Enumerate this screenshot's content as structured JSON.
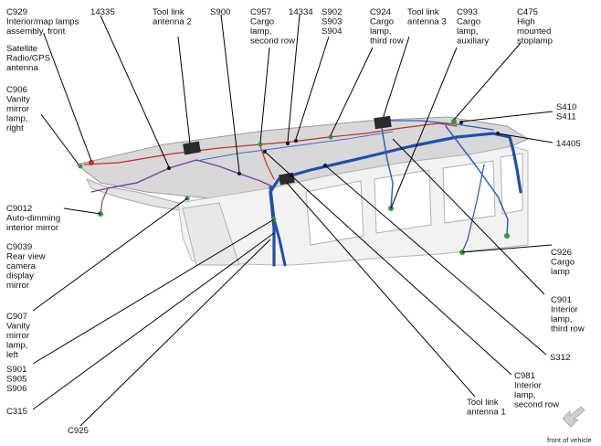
{
  "labels": {
    "c929": [
      "C929",
      "Interior/map lamps",
      "assembly, front"
    ],
    "n14335": [
      "14335"
    ],
    "tool_link_2": [
      "Tool link",
      "antenna 2"
    ],
    "s900": [
      "S900"
    ],
    "c957": [
      "C957",
      "Cargo",
      "lamp,",
      "second row"
    ],
    "n14334": [
      "14334"
    ],
    "s902": [
      "S902",
      "S903",
      "S904"
    ],
    "c924": [
      "C924",
      "Cargo",
      "lamp,",
      "third row"
    ],
    "tool_link_3": [
      "Tool link",
      "antenna 3"
    ],
    "c993": [
      "C993",
      "Cargo",
      "lamp,",
      "auxiliary"
    ],
    "c475": [
      "C475",
      "High",
      "mounted",
      "stoplamp"
    ],
    "satellite": [
      "Satellite",
      "Radio/GPS",
      "antenna"
    ],
    "c906": [
      "C906",
      "Vanity",
      "mirror",
      "lamp,",
      "right"
    ],
    "s410": [
      "S410",
      "S411"
    ],
    "n14405": [
      "14405"
    ],
    "c9012": [
      "C9012",
      "Auto-dimming",
      "interior mirror"
    ],
    "c9039": [
      "C9039",
      "Rear view",
      "camera",
      "display",
      "mirror"
    ],
    "c926": [
      "C926",
      "Cargo",
      "lamp"
    ],
    "c907": [
      "C907",
      "Vanity",
      "mirror",
      "lamp,",
      "left"
    ],
    "c901": [
      "C901",
      "Interior",
      "lamp,",
      "third row"
    ],
    "s901": [
      "S901",
      "S905",
      "S906"
    ],
    "s312": [
      "S312"
    ],
    "c315": [
      "C315"
    ],
    "c981": [
      "C981",
      "Interior",
      "lamp,",
      "second row"
    ],
    "tool_link_1": [
      "Tool link",
      "antenna 1"
    ],
    "c925": [
      "C925"
    ]
  },
  "direction_label": "front of vehicle",
  "colors": {
    "harness_blue": "#1f4fa8",
    "harness_red": "#c0302a",
    "harness_purple": "#7a3fa0",
    "connector_green": "#2e9a3a",
    "roof_fill": "#d6d6d6",
    "body_line": "#a9a9a9"
  }
}
